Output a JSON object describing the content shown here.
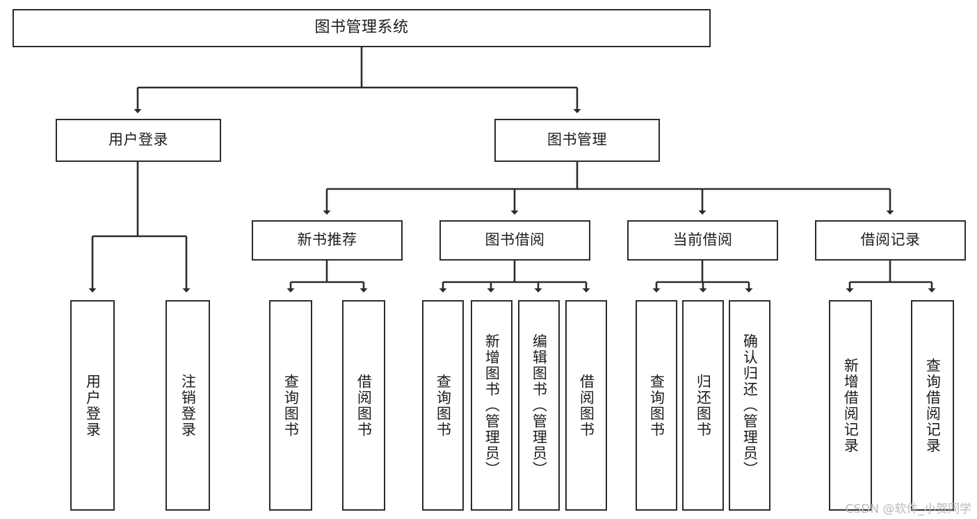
{
  "diagram": {
    "title": "图书管理系统",
    "type": "功能结构图",
    "root": {
      "label": "图书管理系统"
    },
    "level2": [
      {
        "label": "用户登录"
      },
      {
        "label": "图书管理"
      }
    ],
    "level3": [
      {
        "label": "新书推荐",
        "parent": "图书管理"
      },
      {
        "label": "图书借阅",
        "parent": "图书管理"
      },
      {
        "label": "当前借阅",
        "parent": "图书管理"
      },
      {
        "label": "借阅记录",
        "parent": "图书管理"
      }
    ],
    "leaves": {
      "user_login": [
        {
          "label": "用户登录"
        },
        {
          "label": "注销登录"
        }
      ],
      "new_book": [
        {
          "label": "查询图书"
        },
        {
          "label": "借阅图书"
        }
      ],
      "book_borrow": [
        {
          "label": "查询图书"
        },
        {
          "label": "新增图书（管理员）"
        },
        {
          "label": "编辑图书（管理员）"
        },
        {
          "label": "借阅图书"
        }
      ],
      "current_borrow": [
        {
          "label": "查询图书"
        },
        {
          "label": "归还图书"
        },
        {
          "label": "确认归还（管理员）"
        }
      ],
      "borrow_record": [
        {
          "label": "新增借阅记录"
        },
        {
          "label": "查询借阅记录"
        }
      ]
    }
  },
  "watermark": {
    "text": "CSDN @软件_小贺同学"
  },
  "colors": {
    "box_border": "#2b2b2b",
    "box_fill": "#ffffff",
    "text": "#1c1c1c",
    "link": "#2b2b2b",
    "watermark": "#b9b9b9"
  }
}
